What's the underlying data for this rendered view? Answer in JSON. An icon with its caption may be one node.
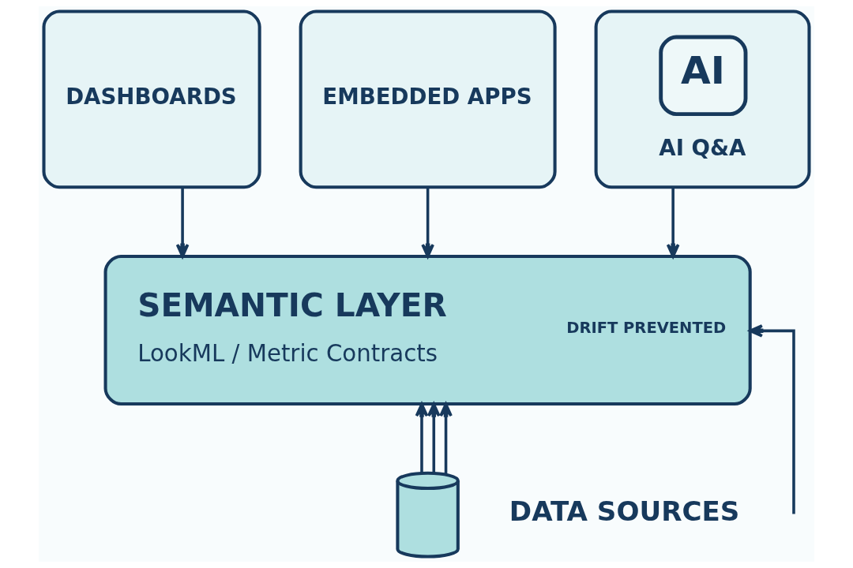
{
  "diagram": {
    "nodes": [
      {
        "text": [
          "DASHBOARDS"
        ]
      },
      {
        "text": [
          "EMBEDDED APPS"
        ]
      },
      {
        "text": [
          "AI",
          "AI Q&A"
        ]
      },
      {
        "text": [
          "SEMANTIC LAYER",
          "LookML / Metric Contracts",
          "DRIFT PREVENTED"
        ]
      },
      {
        "text": [],
        "shape": "cylinder",
        "beside": [
          "DATA SOURCES"
        ]
      }
    ],
    "edges": [
      {
        "from": 0,
        "to": 3,
        "arrow": "to"
      },
      {
        "from": 1,
        "to": 3,
        "arrow": "to"
      },
      {
        "from": 2,
        "to": 3,
        "arrow": "to"
      },
      {
        "from": 4,
        "to": 3,
        "arrow": "to"
      },
      {
        "from": 4,
        "to": 3,
        "arrow": "to"
      },
      {
        "from": 4,
        "to": 3,
        "arrow": "to"
      },
      {
        "from": null,
        "to": 3,
        "arrow": "to"
      }
    ]
  }
}
